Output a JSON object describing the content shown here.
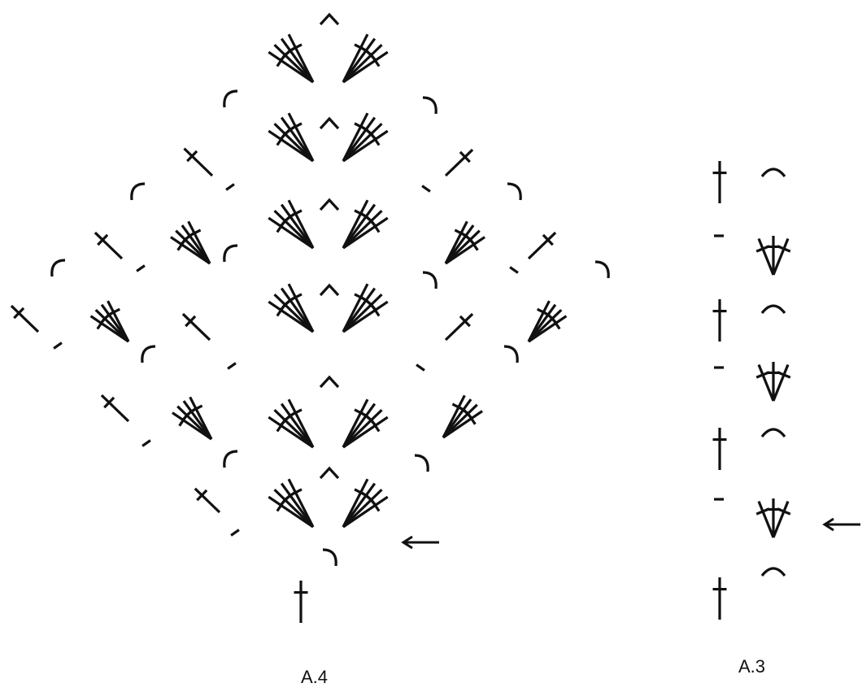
{
  "diagrams": [
    {
      "label": "A.4",
      "shape": "diamond",
      "rows": 7,
      "start_row_marker": "arrow-left",
      "symbols": [
        "chain-arc",
        "treble",
        "fan-of-3",
        "fan-of-4",
        "slip-stitch-dash"
      ]
    },
    {
      "label": "A.3",
      "shape": "column",
      "rows": 7,
      "start_row_marker": "arrow-left",
      "symbols": [
        "chain-arc",
        "treble",
        "fan-of-3",
        "slip-stitch-dash"
      ]
    }
  ],
  "colors": {
    "ink": "#111111",
    "background": "#ffffff"
  }
}
